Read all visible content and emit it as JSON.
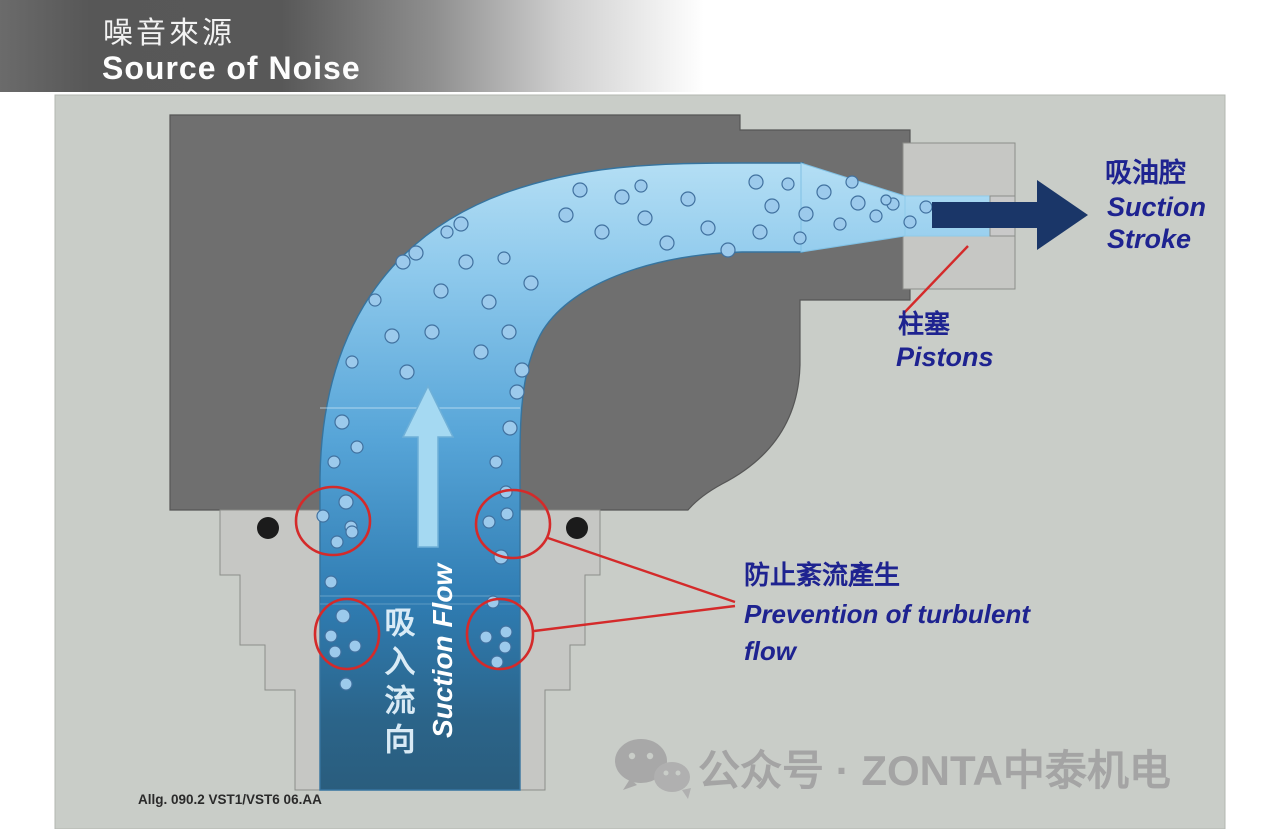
{
  "header": {
    "title_zh": "噪音來源",
    "title_en": "Source of Noise"
  },
  "diagram": {
    "suction_chamber_label_zh": "吸油腔",
    "suction_stroke_line1": "Suction",
    "suction_stroke_line2": "Stroke",
    "pistons_label_zh": "柱塞",
    "pistons_label_en": "Pistons",
    "turbulence_label_zh": "防止紊流產生",
    "turbulence_label_en_line1": "Prevention of turbulent",
    "turbulence_label_en_line2": "flow",
    "suction_flow_zh": "吸入流向",
    "suction_flow_en": "Suction Flow",
    "doc_ref": "Allg. 090.2 VST1/VST6 06.AA"
  },
  "watermark": {
    "source": "公众号 · ZONTA中泰机电"
  },
  "colors": {
    "label_navy": "#1e2390",
    "highlight_red": "#d42a2a",
    "flow_blue": "#57a5d8",
    "arrow_navy": "#1a3668",
    "housing_gray": "#6f6f6f",
    "panel_gray": "#c9cdc8"
  }
}
